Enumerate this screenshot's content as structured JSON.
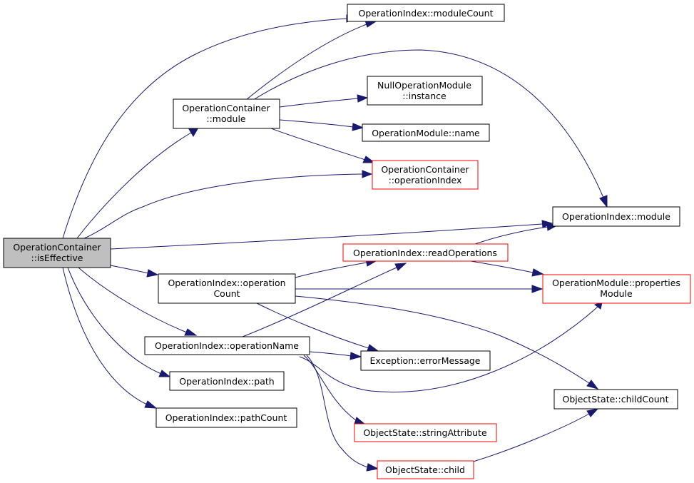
{
  "nodes": {
    "root": [
      "OperationContainer",
      "::isEffective"
    ],
    "module_count": [
      "OperationIndex::moduleCount"
    ],
    "container_module": [
      "OperationContainer",
      "::module"
    ],
    "null_module": [
      "NullOperationModule",
      "::instance"
    ],
    "module_name": [
      "OperationModule::name"
    ],
    "operation_index": [
      "OperationContainer",
      "::operationIndex"
    ],
    "index_module": [
      "OperationIndex::module"
    ],
    "read_operations": [
      "OperationIndex::readOperations"
    ],
    "operation_count": [
      "OperationIndex::operation",
      "Count"
    ],
    "properties_module": [
      "OperationModule::properties",
      "Module"
    ],
    "operation_name": [
      "OperationIndex::operationName"
    ],
    "error_message": [
      "Exception::errorMessage"
    ],
    "path": [
      "OperationIndex::path"
    ],
    "child_count": [
      "ObjectState::childCount"
    ],
    "path_count": [
      "OperationIndex::pathCount"
    ],
    "string_attribute": [
      "ObjectState::stringAttribute"
    ],
    "child": [
      "ObjectState::child"
    ]
  },
  "colors": {
    "edge": "#191970",
    "highlight_border": "#ff0000",
    "root_fill": "#bfbfbf"
  }
}
